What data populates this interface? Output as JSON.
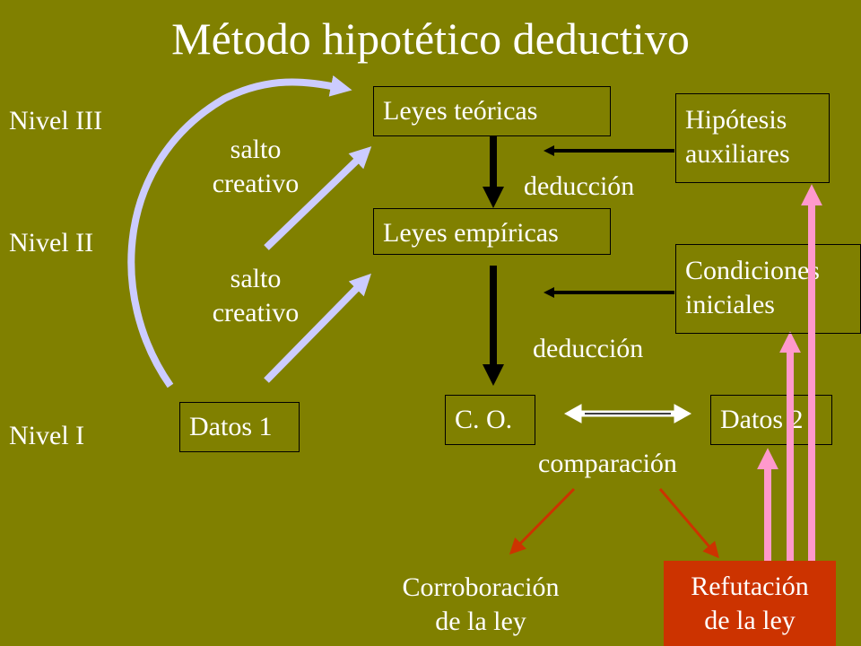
{
  "title": "Método hipotético deductivo",
  "levels": {
    "level3": "Nivel  III",
    "level2": "Nivel  II",
    "level1": "Nivel  I"
  },
  "boxes": {
    "theoretical_laws": "Leyes teóricas",
    "empirical_laws": "Leyes empíricas",
    "auxiliary_hypotheses_line1": "Hipótesis",
    "auxiliary_hypotheses_line2": "auxiliares",
    "initial_conditions_line1": "Condiciones",
    "initial_conditions_line2": "iniciales",
    "data1": "Datos 1",
    "observational_consequences": "C. O.",
    "data2": "Datos 2",
    "refutation_line1": "Refutación",
    "refutation_line2": "de la ley"
  },
  "labels": {
    "creative_leap_upper_line1": "salto",
    "creative_leap_upper_line2": "creativo",
    "creative_leap_lower_line1": "salto",
    "creative_leap_lower_line2": "creativo",
    "deduction_upper": "deducción",
    "deduction_lower": "deducción",
    "comparison": "comparación",
    "corroboration_line1": "Corroboración",
    "corroboration_line2": "de la ley"
  },
  "colors": {
    "background": "#808000",
    "text": "#ffffff",
    "leap_arrows": "#ccccff",
    "feedback_arrows": "#ff99cc",
    "outcome_arrows": "#cc3300",
    "refutation_box": "#cc3300",
    "deduction_arrows": "#000000"
  }
}
